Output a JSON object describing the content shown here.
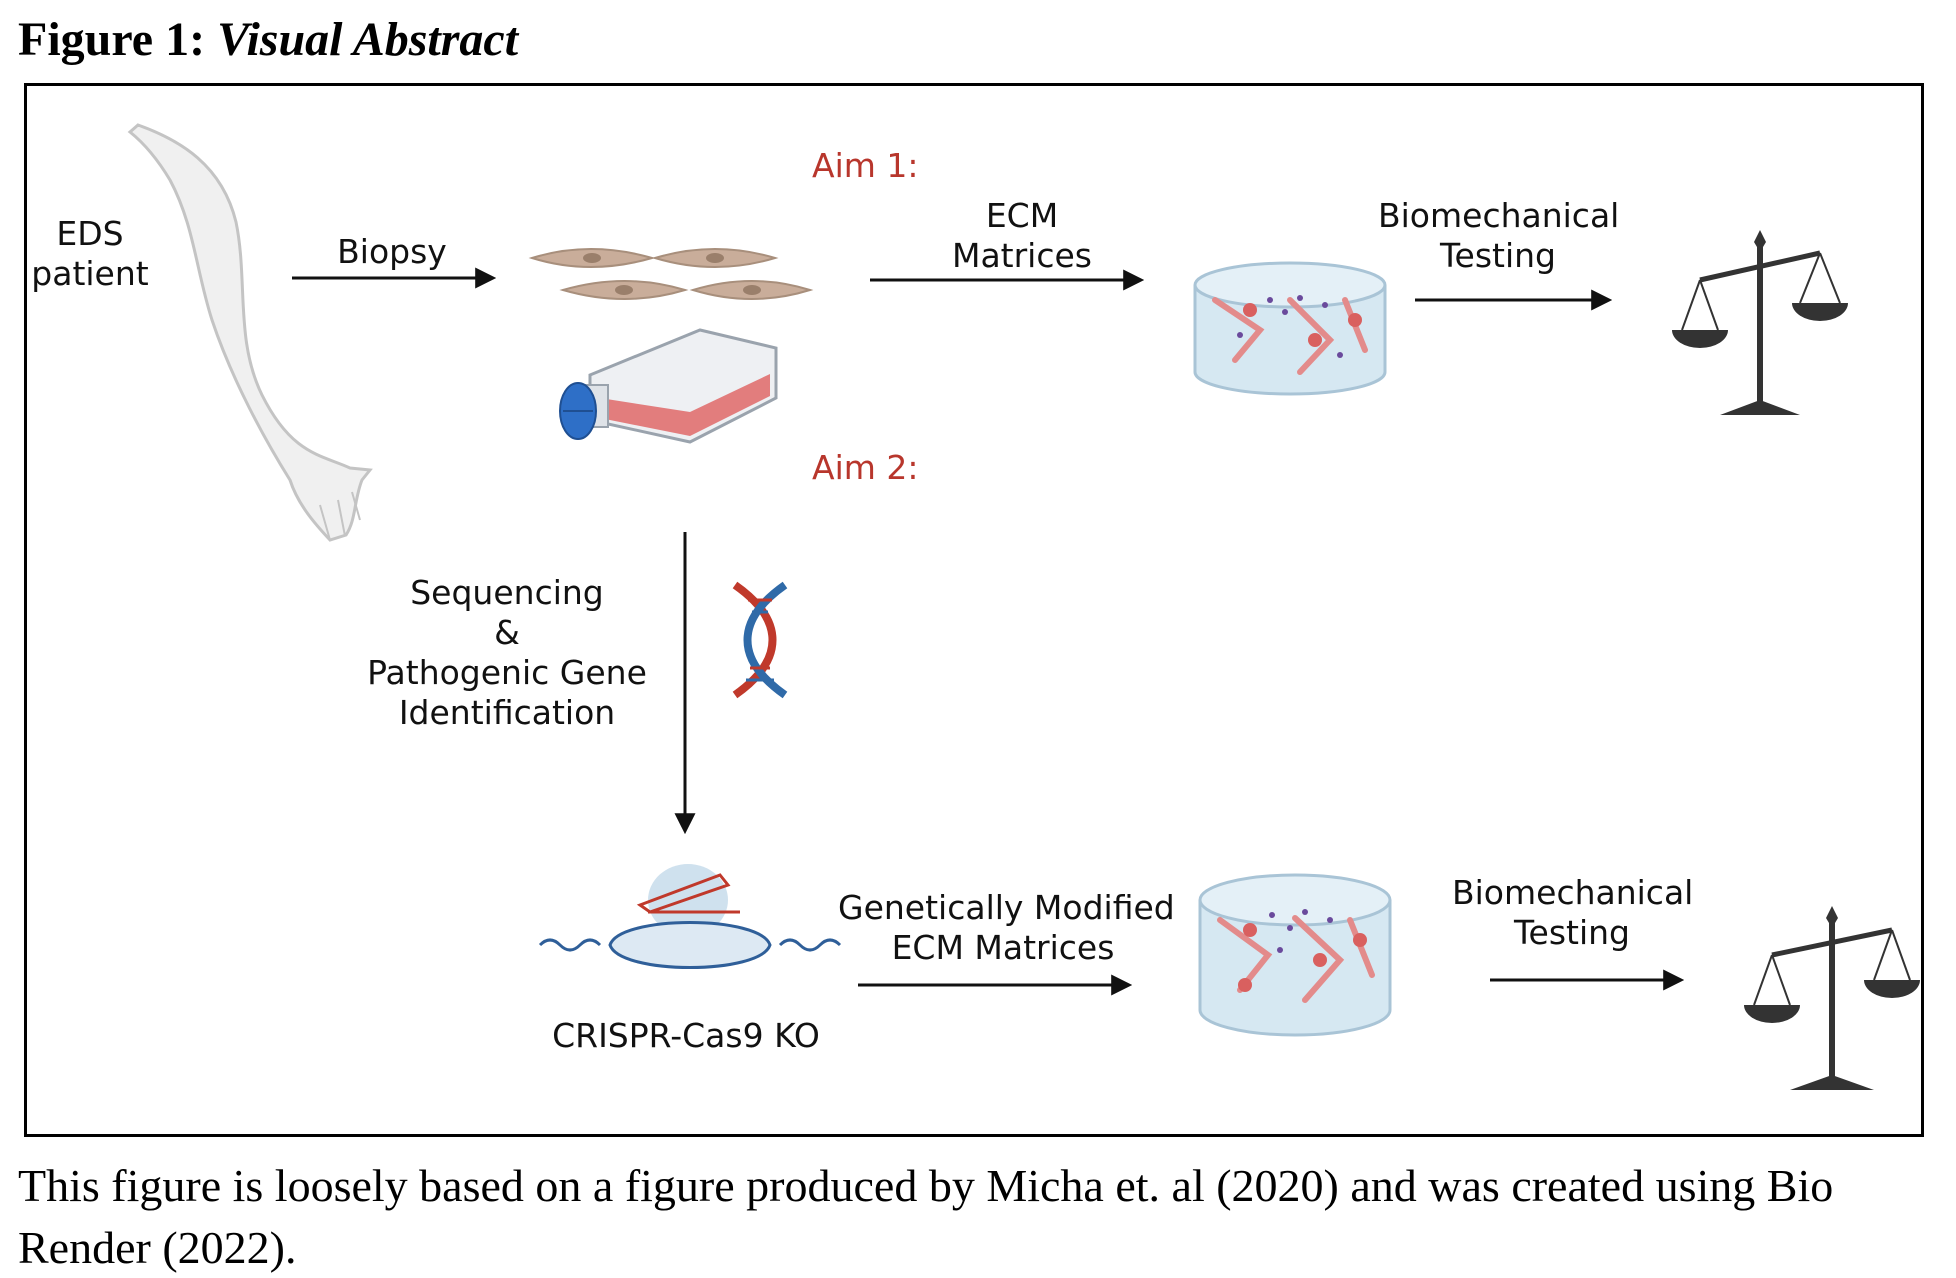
{
  "figure": {
    "title_prefix": "Figure 1:",
    "title_italic": "Visual Abstract",
    "caption": "This figure is loosely based on a figure produced by Micha et. al (2020) and was created using Bio Render (2022)."
  },
  "labels": {
    "eds_patient_line1": "EDS",
    "eds_patient_line2": "patient",
    "biopsy": "Biopsy",
    "aim1": "Aim 1:",
    "aim2": "Aim 2:",
    "ecm_line1": "ECM",
    "ecm_line2": "Matrices",
    "biomech1_line1": "Biomechanical",
    "biomech1_line2": "Testing",
    "seq_line1": "Sequencing",
    "seq_line2": "&",
    "seq_line3": "Pathogenic Gene",
    "seq_line4": "Identification",
    "crispr": "CRISPR-Cas9 KO",
    "gen_mod_line1": "Genetically Modified",
    "gen_mod_line2": "ECM Matrices",
    "biomech2_line1": "Biomechanical",
    "biomech2_line2": "Testing"
  },
  "colors": {
    "aim_red": "#b8362c",
    "cell_tan": "#c9ad9a",
    "flask_red": "#e07070",
    "cap_blue": "#2e6fc7",
    "dna_red": "#c0392b",
    "dna_blue": "#2f6aa8",
    "scale_dark": "#333333",
    "gel_blue": "#d6e8f2",
    "dot_purple": "#6a4a9c"
  }
}
